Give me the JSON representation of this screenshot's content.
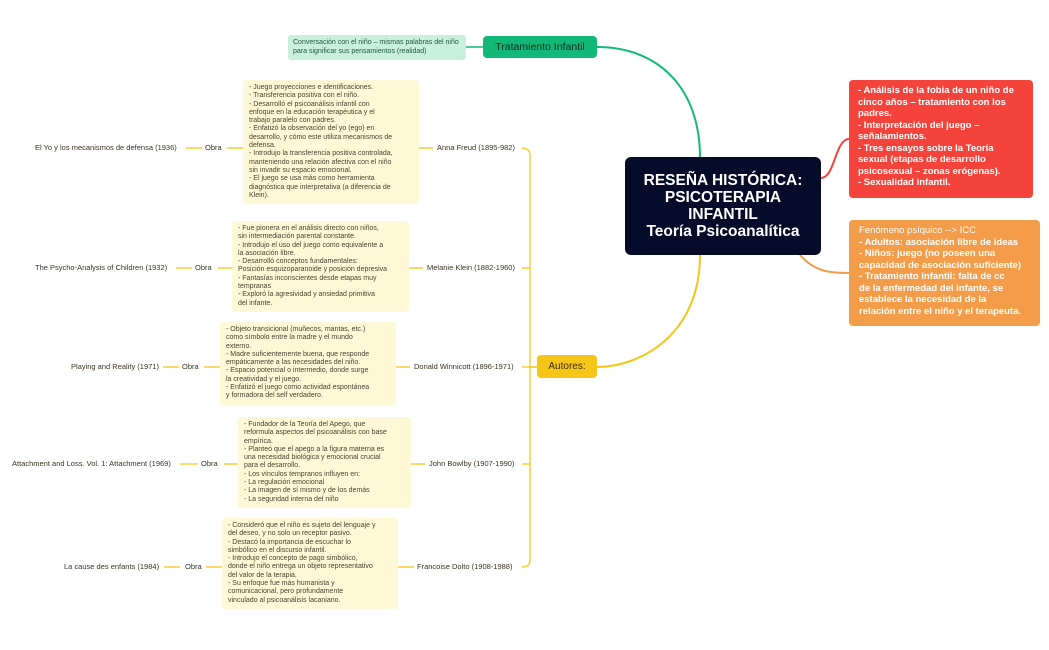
{
  "central": {
    "lines": [
      "RESEÑA HISTÓRICA:",
      "PSICOTERAPIA",
      "INFANTIL",
      "Teoría Psicoanalítica"
    ]
  },
  "tratamiento": {
    "label": "Tratamiento Infantil",
    "detail": "Conversación con el niño – mismas palabras del niño para significar sus pensamientos (realidad)"
  },
  "red_node": {
    "lines": [
      "- Análisis de la fobia de un niño de",
      "cinco años – tratamiento con los",
      "padres.",
      "- Interpretación del juego –",
      "señalamientos.",
      "- Tres ensayos sobre la Teoría",
      "sexual (etapas de desarrollo",
      "psicosexual – zonas erógenas).",
      "- Sexualidad infantil."
    ]
  },
  "orange_node": {
    "lines": [
      "Fenómeno psíquico --> ICC",
      "- Adultos: asociación libre de ideas",
      "- Niños: juego (no poseen una",
      "capacidad de asociación suficiente)",
      "- Tratamiento infantil: falta de cc",
      "de la enfermedad del infante, se",
      "establece la necesidad de la",
      "relación entre el niño y el terapeuta."
    ]
  },
  "autores": {
    "label": "Autores:",
    "obra_label": "Obra",
    "items": [
      {
        "name": "Anna Freud (1895-982)",
        "work": "El Yo y los mecanismos de defensa (1936)",
        "desc": [
          "- Juego proyecciones e identificaciones.",
          "- Transferencia positiva con el niño.",
          "- Desarrolló el psicoanálisis infantil con",
          "enfoque en la educación terapéutica y el",
          "trabajo paralelo con padres.",
          "- Enfatizó la observación del yo (ego) en",
          "desarrollo, y cómo este utiliza mecanismos de",
          "defensa.",
          "- Introdujo la transferencia positiva controlada,",
          "manteniendo una relación afectiva con el niño",
          "sin invadir su espacio emocional.",
          "- El juego se usa más como herramienta",
          "diagnóstica que interpretativa (a diferencia de",
          "Klein)."
        ]
      },
      {
        "name": "Melanie Klein (1882-1960)",
        "work": "The Psycho-Analysis of Children (1932)",
        "desc": [
          "- Fue pionera en el análisis directo con niños,",
          "sin intermediación parental constante.",
          "- Introdujo el uso del juego como equivalente a",
          "la asociación libre.",
          "- Desarrolló conceptos fundamentales:",
          "Posición esquizoparanoide y posición depresiva",
          "- Fantasías inconscientes desde etapas muy",
          "tempranas",
          "- Exploró la agresividad y ansiedad primitiva",
          "del infante."
        ]
      },
      {
        "name": "Donald Winnicott (1896-1971)",
        "work": "Playing and Reality (1971)",
        "desc": [
          "- Objeto transicional (muñecos, mantas, etc.)",
          "como símbolo entre la madre y el mundo",
          "externo.",
          "- Madre suficientemente buena, que responde",
          "empáticamente a las necesidades del niño.",
          "- Espacio potencial o intermedio, donde surge",
          "la creatividad y el juego.",
          "- Enfatizó el juego como actividad espontánea",
          "y formadora del self verdadero."
        ]
      },
      {
        "name": "John Bowlby (1907-1990)",
        "work": "Attachment and Loss. Vol. 1: Attachment (1969)",
        "desc": [
          "- Fundador de la Teoría del Apego, que",
          "reformula aspectos del psicoanálisis con base",
          "empírica.",
          "- Planteó que el apego a la figura materna es",
          "una necesidad biológica y emocional crucial",
          "para el desarrollo.",
          "- Los vínculos tempranos influyen en:",
          "- La regulación emocional",
          "- La imagen de sí mismo y de los demás",
          "- La seguridad interna del niño"
        ]
      },
      {
        "name": "Francoise Dolto (1908-1988)",
        "work": "La cause des enfants (1984)",
        "desc": [
          "- Consideró que el niño es sujeto del lenguaje y",
          "del deseo, y no solo un receptor pasivo.",
          "- Destacó la importancia de escuchar lo",
          "simbólico en el discurso infantil.",
          "- Introdujo el concepto de pago simbólico,",
          "donde el niño entrega un objeto representativo",
          "del valor de la terapia.",
          "- Su enfoque fue más humanista y",
          "comunicacional, pero profundamente",
          "vinculado al psicoanálisis lacaniano."
        ]
      }
    ]
  },
  "colors": {
    "central": "#070b2a",
    "green": "#12b878",
    "red": "#f4433a",
    "orange": "#f39c4a",
    "yellow": "#f5c518",
    "desc_bg": "#fff8d6"
  }
}
